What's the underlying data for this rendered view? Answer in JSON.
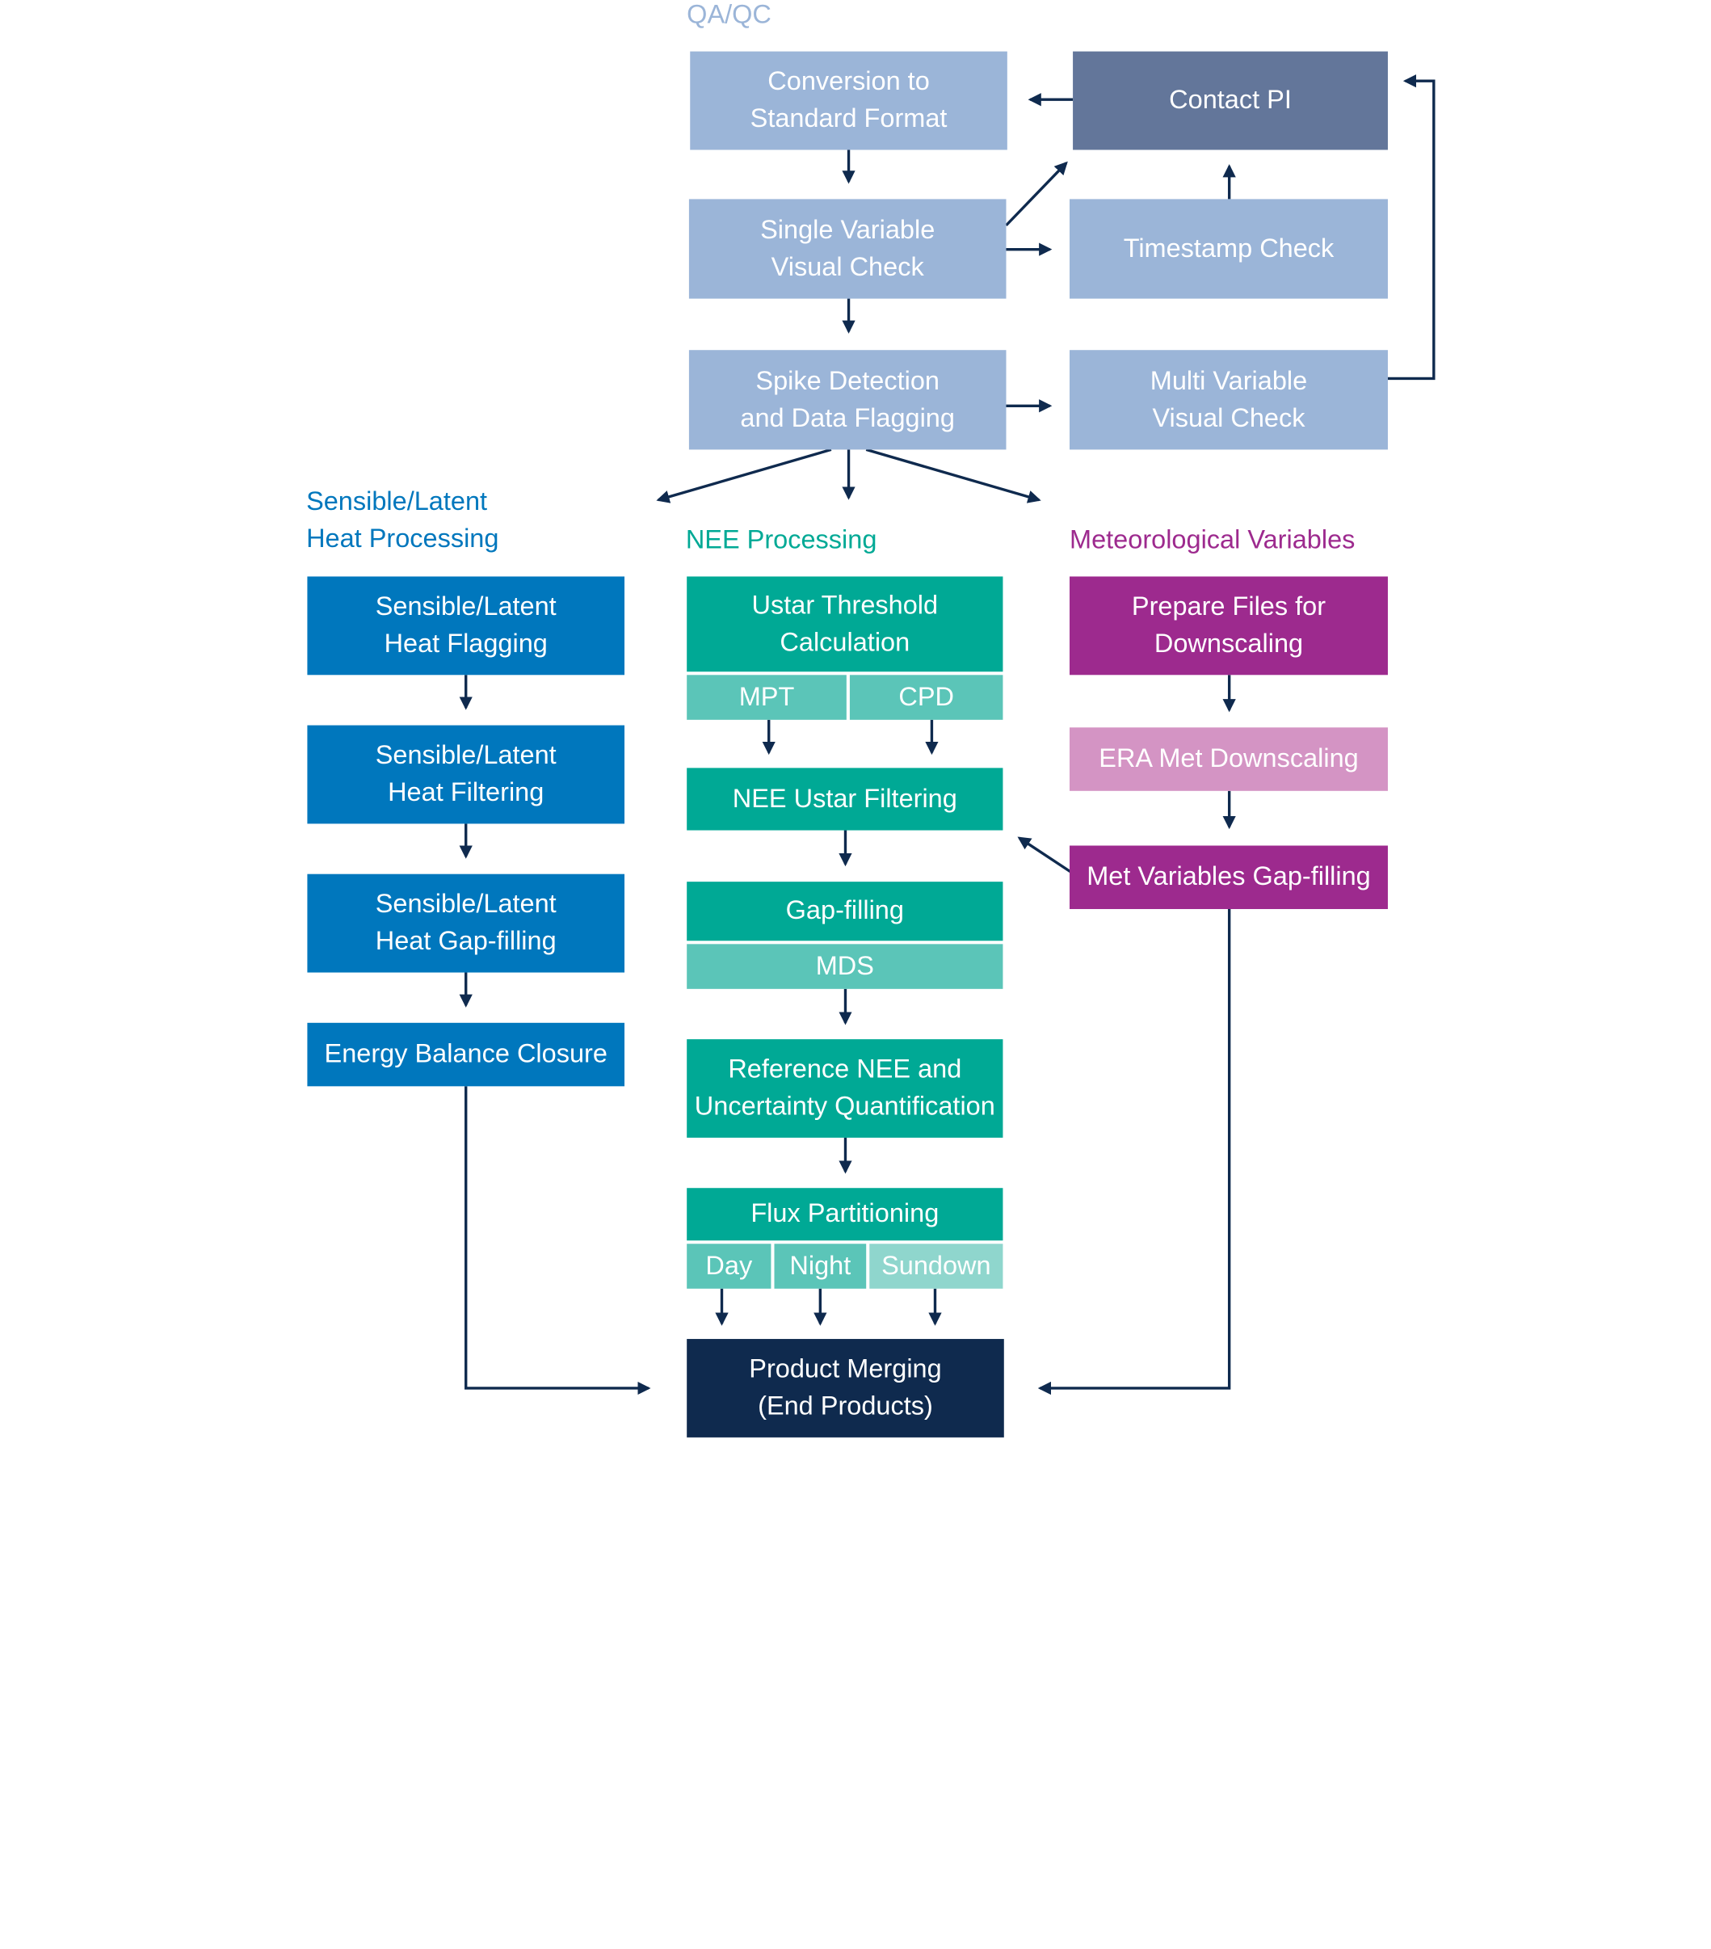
{
  "colors": {
    "qaqc_box": "#9bb5d8",
    "qaqc_label": "#9bb5d8",
    "contact_pi": "#63769a",
    "heat": "#0077bd",
    "nee": "#00a995",
    "nee_sub": "#5bc5b8",
    "nee_sub_light": "#8fd6cd",
    "met": "#9d2a8e",
    "met_light": "#d494c4",
    "merge": "#0f2a4e",
    "arrow": "#0f2a4e",
    "heat_label": "#0077bd",
    "nee_label": "#00a995",
    "met_label": "#9d2a8e"
  },
  "sections": {
    "qaqc": "QA/QC",
    "heat": "Sensible/Latent\nHeat Processing",
    "nee": "NEE Processing",
    "met": "Meteorological Variables"
  },
  "qaqc": {
    "conversion": "Conversion to\nStandard Format",
    "contact_pi": "Contact PI",
    "single_check": "Single Variable\nVisual Check",
    "timestamp": "Timestamp Check",
    "spike": "Spike Detection\nand Data Flagging",
    "multi_check": "Multi Variable\nVisual Check"
  },
  "heat": {
    "flagging": "Sensible/Latent\nHeat Flagging",
    "filtering": "Sensible/Latent\nHeat Filtering",
    "gapfill": "Sensible/Latent\nHeat Gap-filling",
    "energy": "Energy Balance Closure"
  },
  "nee": {
    "ustar": "Ustar Threshold\nCalculation",
    "mpt": "MPT",
    "cpd": "CPD",
    "ustar_filter": "NEE Ustar Filtering",
    "gapfill": "Gap-filling",
    "mds": "MDS",
    "reference": "Reference NEE and\nUncertainty Quantification",
    "partitioning": "Flux Partitioning",
    "day": "Day",
    "night": "Night",
    "sundown": "Sundown"
  },
  "met": {
    "prepare": "Prepare Files for\nDownscaling",
    "era": "ERA Met Downscaling",
    "gapfill": "Met Variables Gap-filling"
  },
  "merge": {
    "label": "Product Merging\n(End Products)"
  }
}
